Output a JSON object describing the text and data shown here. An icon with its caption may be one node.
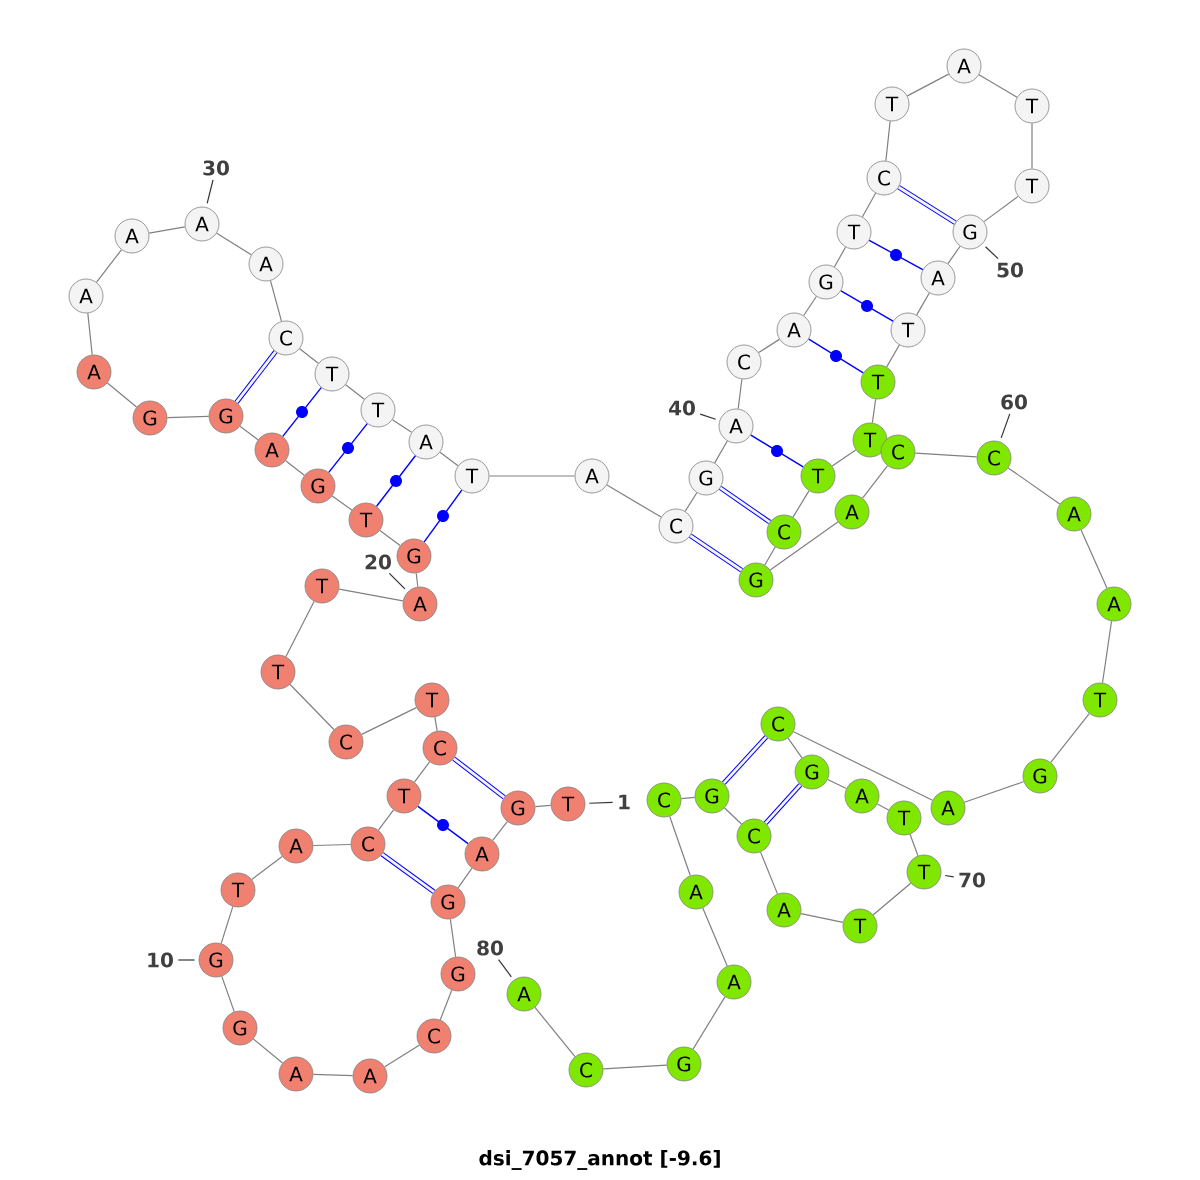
{
  "diagram": {
    "caption": "dsi_7057_annot [-9.6]",
    "nodes": [
      {
        "text": [
          "T"
        ]
      },
      {
        "text": [
          "G"
        ]
      },
      {
        "text": [
          "A"
        ]
      },
      {
        "text": [
          "G"
        ]
      },
      {
        "text": [
          "G"
        ]
      },
      {
        "text": [
          "C"
        ]
      },
      {
        "text": [
          "A"
        ]
      },
      {
        "text": [
          "A"
        ]
      },
      {
        "text": [
          "G"
        ]
      },
      {
        "text": [
          "G"
        ]
      },
      {
        "text": [
          "T"
        ]
      },
      {
        "text": [
          "A"
        ]
      },
      {
        "text": [
          "C"
        ]
      },
      {
        "text": [
          "T"
        ]
      },
      {
        "text": [
          "C"
        ]
      },
      {
        "text": [
          "T"
        ]
      },
      {
        "text": [
          "C"
        ]
      },
      {
        "text": [
          "T"
        ]
      },
      {
        "text": [
          "T"
        ]
      },
      {
        "text": [
          "A"
        ]
      },
      {
        "text": [
          "G"
        ]
      },
      {
        "text": [
          "T"
        ]
      },
      {
        "text": [
          "G"
        ]
      },
      {
        "text": [
          "A"
        ]
      },
      {
        "text": [
          "G"
        ]
      },
      {
        "text": [
          "G"
        ]
      },
      {
        "text": [
          "A"
        ]
      },
      {
        "text": [
          "A"
        ]
      },
      {
        "text": [
          "A"
        ]
      },
      {
        "text": [
          "A"
        ]
      },
      {
        "text": [
          "A"
        ]
      },
      {
        "text": [
          "C"
        ]
      },
      {
        "text": [
          "T"
        ]
      },
      {
        "text": [
          "T"
        ]
      },
      {
        "text": [
          "A"
        ]
      },
      {
        "text": [
          "T"
        ]
      },
      {
        "text": [
          "A"
        ]
      },
      {
        "text": [
          "C"
        ]
      },
      {
        "text": [
          "G"
        ]
      },
      {
        "text": [
          "A"
        ]
      },
      {
        "text": [
          "C"
        ]
      },
      {
        "text": [
          "A"
        ]
      },
      {
        "text": [
          "G"
        ]
      },
      {
        "text": [
          "T"
        ]
      },
      {
        "text": [
          "C"
        ]
      },
      {
        "text": [
          "T"
        ]
      },
      {
        "text": [
          "A"
        ]
      },
      {
        "text": [
          "T"
        ]
      },
      {
        "text": [
          "T"
        ]
      },
      {
        "text": [
          "G"
        ]
      },
      {
        "text": [
          "A"
        ]
      },
      {
        "text": [
          "T"
        ]
      },
      {
        "text": [
          "T"
        ]
      },
      {
        "text": [
          "T"
        ]
      },
      {
        "text": [
          "T"
        ]
      },
      {
        "text": [
          "C"
        ]
      },
      {
        "text": [
          "G"
        ]
      },
      {
        "text": [
          "A"
        ]
      },
      {
        "text": [
          "C"
        ]
      },
      {
        "text": [
          "C"
        ]
      },
      {
        "text": [
          "A"
        ]
      },
      {
        "text": [
          "A"
        ]
      },
      {
        "text": [
          "T"
        ]
      },
      {
        "text": [
          "G"
        ]
      },
      {
        "text": [
          "A"
        ]
      },
      {
        "text": [
          "C"
        ]
      },
      {
        "text": [
          "G"
        ]
      },
      {
        "text": [
          "A"
        ]
      },
      {
        "text": [
          "T"
        ]
      },
      {
        "text": [
          "T"
        ]
      },
      {
        "text": [
          "T"
        ]
      },
      {
        "text": [
          "A"
        ]
      },
      {
        "text": [
          "C"
        ]
      },
      {
        "text": [
          "G"
        ]
      },
      {
        "text": [
          "C"
        ]
      },
      {
        "text": [
          "A"
        ]
      },
      {
        "text": [
          "A"
        ]
      },
      {
        "text": [
          "G"
        ]
      },
      {
        "text": [
          "C"
        ]
      },
      {
        "text": [
          "A"
        ]
      },
      {
        "text": [
          "1"
        ]
      },
      {
        "text": [
          "10"
        ]
      },
      {
        "text": [
          "20"
        ]
      },
      {
        "text": [
          "30"
        ]
      },
      {
        "text": [
          "40"
        ]
      },
      {
        "text": [
          "50"
        ]
      },
      {
        "text": [
          "60"
        ]
      },
      {
        "text": [
          "70"
        ]
      },
      {
        "text": [
          "80"
        ]
      }
    ],
    "edges": [
      {
        "from": 0,
        "to": 1,
        "arrow": "none"
      },
      {
        "from": 1,
        "to": 2,
        "arrow": "none"
      },
      {
        "from": 2,
        "to": 3,
        "arrow": "none"
      },
      {
        "from": 3,
        "to": 4,
        "arrow": "none"
      },
      {
        "from": 4,
        "to": 5,
        "arrow": "none"
      },
      {
        "from": 5,
        "to": 6,
        "arrow": "none"
      },
      {
        "from": 6,
        "to": 7,
        "arrow": "none"
      },
      {
        "from": 7,
        "to": 8,
        "arrow": "none"
      },
      {
        "from": 8,
        "to": 9,
        "arrow": "none"
      },
      {
        "from": 9,
        "to": 10,
        "arrow": "none"
      },
      {
        "from": 10,
        "to": 11,
        "arrow": "none"
      },
      {
        "from": 11,
        "to": 12,
        "arrow": "none"
      },
      {
        "from": 12,
        "to": 13,
        "arrow": "none"
      },
      {
        "from": 13,
        "to": 14,
        "arrow": "none"
      },
      {
        "from": 14,
        "to": 15,
        "arrow": "none"
      },
      {
        "from": 15,
        "to": 16,
        "arrow": "none"
      },
      {
        "from": 16,
        "to": 17,
        "arrow": "none"
      },
      {
        "from": 17,
        "to": 18,
        "arrow": "none"
      },
      {
        "from": 18,
        "to": 19,
        "arrow": "none"
      },
      {
        "from": 19,
        "to": 20,
        "arrow": "none"
      },
      {
        "from": 20,
        "to": 21,
        "arrow": "none"
      },
      {
        "from": 21,
        "to": 22,
        "arrow": "none"
      },
      {
        "from": 22,
        "to": 23,
        "arrow": "none"
      },
      {
        "from": 23,
        "to": 24,
        "arrow": "none"
      },
      {
        "from": 24,
        "to": 25,
        "arrow": "none"
      },
      {
        "from": 25,
        "to": 26,
        "arrow": "none"
      },
      {
        "from": 26,
        "to": 27,
        "arrow": "none"
      },
      {
        "from": 27,
        "to": 28,
        "arrow": "none"
      },
      {
        "from": 28,
        "to": 29,
        "arrow": "none"
      },
      {
        "from": 29,
        "to": 30,
        "arrow": "none"
      },
      {
        "from": 30,
        "to": 31,
        "arrow": "none"
      },
      {
        "from": 31,
        "to": 32,
        "arrow": "none"
      },
      {
        "from": 32,
        "to": 33,
        "arrow": "none"
      },
      {
        "from": 33,
        "to": 34,
        "arrow": "none"
      },
      {
        "from": 34,
        "to": 35,
        "arrow": "none"
      },
      {
        "from": 35,
        "to": 36,
        "arrow": "none"
      },
      {
        "from": 36,
        "to": 37,
        "arrow": "none"
      },
      {
        "from": 37,
        "to": 38,
        "arrow": "none"
      },
      {
        "from": 38,
        "to": 39,
        "arrow": "none"
      },
      {
        "from": 39,
        "to": 40,
        "arrow": "none"
      },
      {
        "from": 40,
        "to": 41,
        "arrow": "none"
      },
      {
        "from": 41,
        "to": 42,
        "arrow": "none"
      },
      {
        "from": 42,
        "to": 43,
        "arrow": "none"
      },
      {
        "from": 43,
        "to": 44,
        "arrow": "none"
      },
      {
        "from": 44,
        "to": 45,
        "arrow": "none"
      },
      {
        "from": 45,
        "to": 46,
        "arrow": "none"
      },
      {
        "from": 46,
        "to": 47,
        "arrow": "none"
      },
      {
        "from": 47,
        "to": 48,
        "arrow": "none"
      },
      {
        "from": 48,
        "to": 49,
        "arrow": "none"
      },
      {
        "from": 49,
        "to": 50,
        "arrow": "none"
      },
      {
        "from": 50,
        "to": 51,
        "arrow": "none"
      },
      {
        "from": 51,
        "to": 52,
        "arrow": "none"
      },
      {
        "from": 52,
        "to": 53,
        "arrow": "none"
      },
      {
        "from": 53,
        "to": 54,
        "arrow": "none"
      },
      {
        "from": 54,
        "to": 55,
        "arrow": "none"
      },
      {
        "from": 55,
        "to": 56,
        "arrow": "none"
      },
      {
        "from": 56,
        "to": 57,
        "arrow": "none"
      },
      {
        "from": 57,
        "to": 58,
        "arrow": "none"
      },
      {
        "from": 58,
        "to": 59,
        "arrow": "none"
      },
      {
        "from": 59,
        "to": 60,
        "arrow": "none"
      },
      {
        "from": 60,
        "to": 61,
        "arrow": "none"
      },
      {
        "from": 61,
        "to": 62,
        "arrow": "none"
      },
      {
        "from": 62,
        "to": 63,
        "arrow": "none"
      },
      {
        "from": 63,
        "to": 64,
        "arrow": "none"
      },
      {
        "from": 64,
        "to": 65,
        "arrow": "none"
      },
      {
        "from": 65,
        "to": 66,
        "arrow": "none"
      },
      {
        "from": 66,
        "to": 67,
        "arrow": "none"
      },
      {
        "from": 67,
        "to": 68,
        "arrow": "none"
      },
      {
        "from": 68,
        "to": 69,
        "arrow": "none"
      },
      {
        "from": 69,
        "to": 70,
        "arrow": "none"
      },
      {
        "from": 70,
        "to": 71,
        "arrow": "none"
      },
      {
        "from": 71,
        "to": 72,
        "arrow": "none"
      },
      {
        "from": 72,
        "to": 73,
        "arrow": "none"
      },
      {
        "from": 73,
        "to": 74,
        "arrow": "none"
      },
      {
        "from": 74,
        "to": 75,
        "arrow": "none"
      },
      {
        "from": 75,
        "to": 76,
        "arrow": "none"
      },
      {
        "from": 76,
        "to": 77,
        "arrow": "none"
      },
      {
        "from": 77,
        "to": 78,
        "arrow": "none"
      },
      {
        "from": 78,
        "to": 79,
        "arrow": "none"
      },
      {
        "from": 1,
        "to": 14,
        "arrow": "none",
        "style": "thick",
        "color": "#0000ff"
      },
      {
        "from": 2,
        "to": 13,
        "arrow": "none",
        "color": "#0000ff"
      },
      {
        "from": 3,
        "to": 12,
        "arrow": "none",
        "style": "thick",
        "color": "#0000ff"
      },
      {
        "from": 20,
        "to": 35,
        "arrow": "none",
        "color": "#0000ff"
      },
      {
        "from": 21,
        "to": 34,
        "arrow": "none",
        "color": "#0000ff"
      },
      {
        "from": 22,
        "to": 33,
        "arrow": "none",
        "color": "#0000ff"
      },
      {
        "from": 23,
        "to": 32,
        "arrow": "none",
        "color": "#0000ff"
      },
      {
        "from": 24,
        "to": 31,
        "arrow": "none",
        "style": "thick",
        "color": "#0000ff"
      },
      {
        "from": 37,
        "to": 56,
        "arrow": "none",
        "style": "thick",
        "color": "#0000ff"
      },
      {
        "from": 38,
        "to": 55,
        "arrow": "none",
        "style": "thick",
        "color": "#0000ff"
      },
      {
        "from": 39,
        "to": 54,
        "arrow": "none",
        "color": "#0000ff"
      },
      {
        "from": 41,
        "to": 52,
        "arrow": "none",
        "color": "#0000ff"
      },
      {
        "from": 42,
        "to": 51,
        "arrow": "none",
        "color": "#0000ff"
      },
      {
        "from": 43,
        "to": 50,
        "arrow": "none",
        "color": "#0000ff"
      },
      {
        "from": 44,
        "to": 49,
        "arrow": "none",
        "style": "thick",
        "color": "#0000ff"
      },
      {
        "from": 65,
        "to": 73,
        "arrow": "none",
        "style": "thick",
        "color": "#0000ff"
      },
      {
        "from": 66,
        "to": 72,
        "arrow": "none",
        "style": "thick",
        "color": "#0000ff"
      },
      {
        "from": 80,
        "to": 0,
        "arrow": "none",
        "color": "#333333"
      },
      {
        "from": 81,
        "to": 9,
        "arrow": "none",
        "color": "#333333"
      },
      {
        "from": 82,
        "to": 19,
        "arrow": "none",
        "color": "#333333"
      },
      {
        "from": 83,
        "to": 29,
        "arrow": "none",
        "color": "#333333"
      },
      {
        "from": 84,
        "to": 39,
        "arrow": "none",
        "color": "#333333"
      },
      {
        "from": 85,
        "to": 49,
        "arrow": "none",
        "color": "#333333"
      },
      {
        "from": 86,
        "to": 59,
        "arrow": "none",
        "color": "#333333"
      },
      {
        "from": 87,
        "to": 69,
        "arrow": "none",
        "color": "#333333"
      },
      {
        "from": 88,
        "to": 79,
        "arrow": "none",
        "color": "#333333"
      }
    ]
  }
}
